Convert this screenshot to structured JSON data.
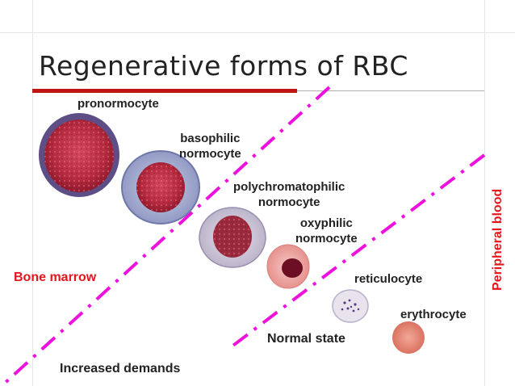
{
  "title": "Regenerative forms of RBC",
  "labels": {
    "pronormocyte": "pronormocyte",
    "basophilic": [
      "basophilic",
      "normocyte"
    ],
    "polychromatophilic": [
      "polychromatophilic",
      "normocyte"
    ],
    "oxyphilic": [
      "oxyphilic",
      "normocyte"
    ],
    "reticulocyte": "reticulocyte",
    "erythrocyte": "erythrocyte",
    "bone_marrow": "Bone marrow",
    "peripheral_blood": "Peripheral blood",
    "normal_state": "Normal state",
    "increased_demands": "Increased demands"
  },
  "colors": {
    "accent_red": "#e8141c",
    "boundary_magenta": "#ee11dd",
    "title_bar": "#c01515"
  }
}
